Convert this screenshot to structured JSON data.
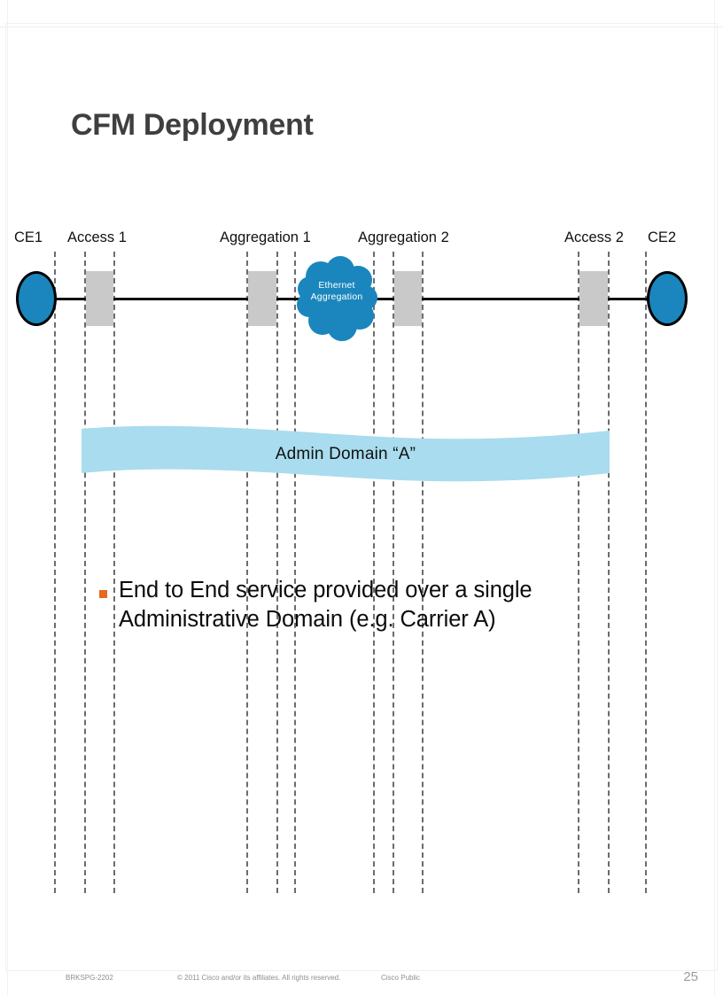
{
  "slide": {
    "title": "CFM Deployment"
  },
  "diagram": {
    "labels": [
      {
        "name": "ce1",
        "text": "CE1"
      },
      {
        "name": "access-1",
        "text": "Access 1"
      },
      {
        "name": "aggregation-1",
        "text": "Aggregation 1"
      },
      {
        "name": "aggregation-2",
        "text": "Aggregation 2"
      },
      {
        "name": "access-2",
        "text": "Access 2"
      },
      {
        "name": "ce2",
        "text": "CE2"
      }
    ],
    "cloud": {
      "line1": "Ethernet",
      "line2": "Aggregation",
      "color": "#1a86bd"
    },
    "ribbon": {
      "text": "Admin Domain “A”",
      "color": "#a9dcee"
    },
    "node_colors": {
      "ellipse_fill": "#1a86bd",
      "ellipse_stroke": "#000000",
      "box_fill": "#c9c9c9",
      "trunk": "#111111",
      "dashed_line": "#6b6b72"
    }
  },
  "body": {
    "bullet_marker_color": "#e8681c",
    "bullet_text": "End to End service provided over a single Administrative Domain (e.g. Carrier A)"
  },
  "footer": {
    "session_id": "BRKSPG-2202",
    "copyright": "© 2011 Cisco and/or its affiliates. All rights reserved.",
    "classification": "Cisco Public",
    "page_number": "25"
  }
}
